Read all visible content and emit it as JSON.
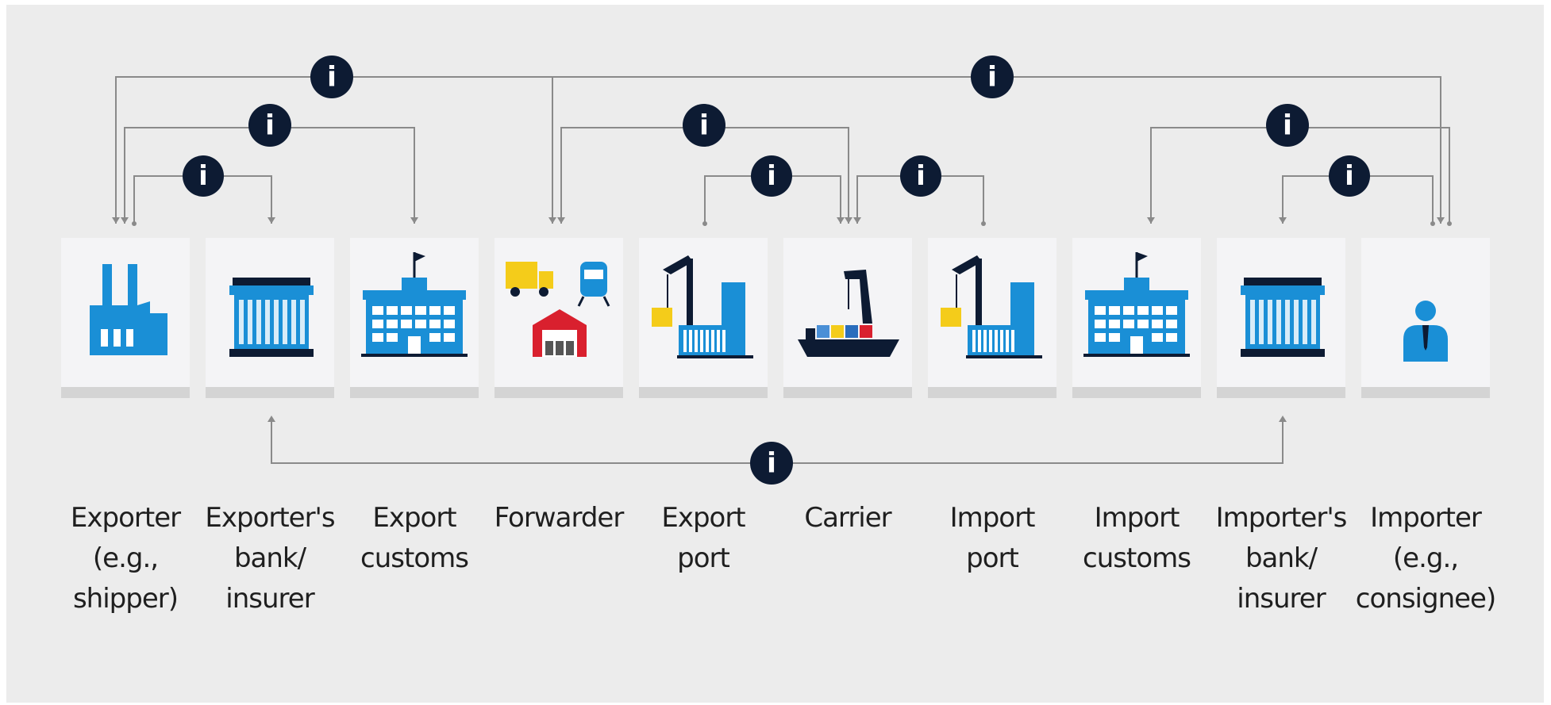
{
  "colors": {
    "background": "#ececec",
    "tile": "#f4f4f6",
    "tile_base": "#d4d4d4",
    "icon_blue": "#1a8fd6",
    "dark": "#0d1b33",
    "yellow": "#f4cc1a",
    "red": "#d9202e",
    "connector": "#8a8a8a"
  },
  "info_symbol": "i",
  "actors": [
    {
      "id": "exporter",
      "icon": "factory-icon",
      "label_lines": [
        "Exporter",
        "(e.g.,",
        "shipper)"
      ]
    },
    {
      "id": "exporter-bank",
      "icon": "bank-icon",
      "label_lines": [
        "Exporter's",
        "bank/",
        "insurer"
      ]
    },
    {
      "id": "export-customs",
      "icon": "customs-office-icon",
      "label_lines": [
        "Export",
        "customs"
      ]
    },
    {
      "id": "forwarder",
      "icon": "truck-train-warehouse-icon",
      "label_lines": [
        "Forwarder"
      ]
    },
    {
      "id": "export-port",
      "icon": "port-crane-icon",
      "label_lines": [
        "Export",
        "port"
      ]
    },
    {
      "id": "carrier",
      "icon": "container-ship-icon",
      "label_lines": [
        "Carrier"
      ]
    },
    {
      "id": "import-port",
      "icon": "port-crane-icon",
      "label_lines": [
        "Import",
        "port"
      ]
    },
    {
      "id": "import-customs",
      "icon": "customs-office-icon",
      "label_lines": [
        "Import",
        "customs"
      ]
    },
    {
      "id": "importer-bank",
      "icon": "bank-icon",
      "label_lines": [
        "Importer's",
        "bank/",
        "insurer"
      ]
    },
    {
      "id": "importer",
      "icon": "person-icon",
      "label_lines": [
        "Importer",
        "(e.g.,",
        "consignee)"
      ]
    }
  ],
  "information_flows": [
    {
      "between": [
        "exporter",
        "forwarder",
        "importer"
      ]
    },
    {
      "between": [
        "exporter",
        "export-customs"
      ]
    },
    {
      "between": [
        "exporter",
        "exporter-bank"
      ]
    },
    {
      "between": [
        "forwarder",
        "carrier"
      ]
    },
    {
      "between": [
        "export-port",
        "carrier"
      ]
    },
    {
      "between": [
        "carrier",
        "import-port"
      ]
    },
    {
      "between": [
        "import-customs",
        "importer"
      ]
    },
    {
      "between": [
        "importer-bank",
        "importer"
      ]
    },
    {
      "between": [
        "exporter-bank",
        "importer-bank"
      ]
    }
  ]
}
